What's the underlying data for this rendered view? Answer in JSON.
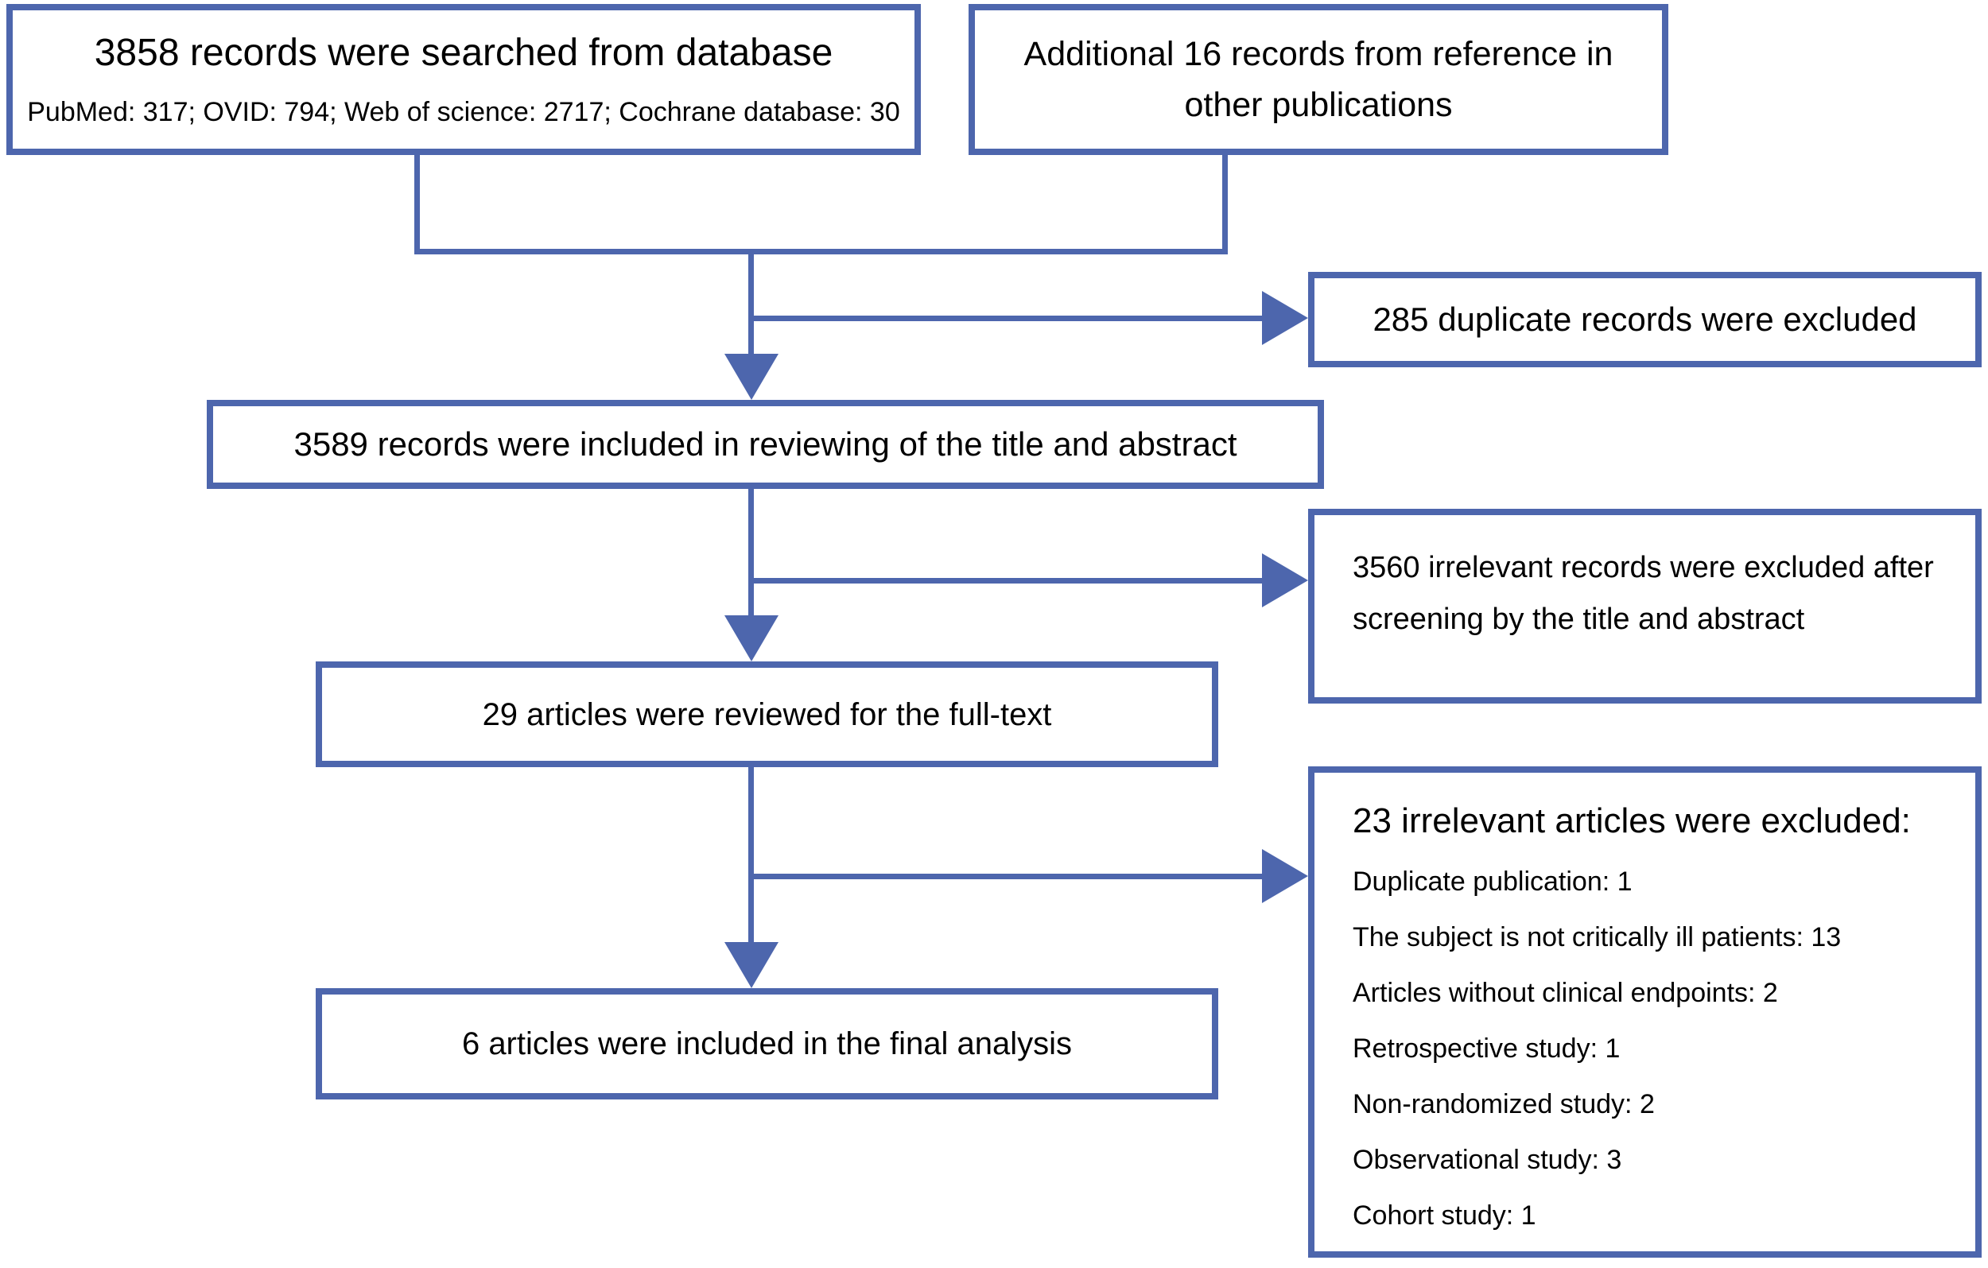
{
  "colors": {
    "accent": "#4d66ad",
    "text": "#000000",
    "background": "#ffffff"
  },
  "diagram": {
    "type": "prisma-study-selection-flowchart",
    "boxes": {
      "database_search": {
        "title": "3858 records were searched from database",
        "subtitle": "PubMed: 317; OVID: 794; Web of science: 2717; Cochrane database: 30"
      },
      "additional_records": {
        "text": "Additional 16 records from reference in other publications"
      },
      "duplicates_excluded": {
        "text": "285 duplicate records were excluded"
      },
      "title_abstract_review": {
        "text": "3589 records were included in reviewing of the title and abstract"
      },
      "irrelevant_records_excluded": {
        "text": "3560 irrelevant records were excluded after screening by the title and abstract"
      },
      "fulltext_review": {
        "text": "29 articles were reviewed for the full-text"
      },
      "articles_excluded": {
        "title": "23 irrelevant articles were excluded:",
        "items": [
          "Duplicate publication: 1",
          "The subject is not critically ill patients: 13",
          "Articles without clinical endpoints: 2",
          "Retrospective study: 1",
          "Non-randomized study: 2",
          "Observational study: 3",
          "Cohort study: 1"
        ]
      },
      "final_analysis": {
        "text": "6 articles were included in the final analysis"
      }
    }
  }
}
